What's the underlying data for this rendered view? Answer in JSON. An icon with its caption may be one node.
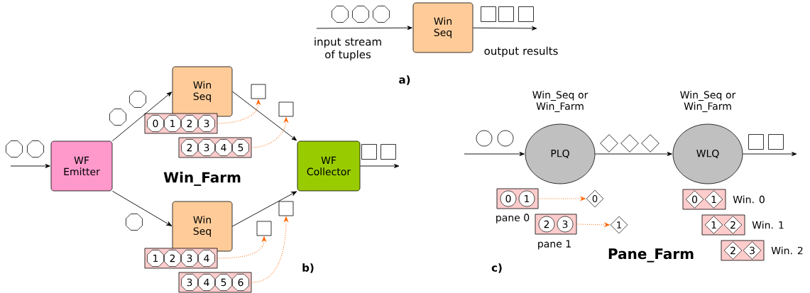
{
  "diagram": {
    "nodes": [
      {
        "text": [
          "Win Seq"
        ]
      },
      {
        "text": [
          "WF Emitter"
        ]
      },
      {
        "text": [
          "Win Seq"
        ]
      },
      {
        "text": [
          "Win Seq"
        ]
      },
      {
        "text": [
          "WF Collector"
        ]
      },
      {
        "text": [
          "0",
          "1",
          "2",
          "3"
        ]
      },
      {
        "text": [
          "2",
          "3",
          "4",
          "5"
        ]
      },
      {
        "text": [
          "1",
          "2",
          "3",
          "4"
        ]
      },
      {
        "text": [
          "3",
          "4",
          "5",
          "6"
        ]
      },
      {
        "text": [],
        "shape": "box"
      },
      {
        "text": [],
        "shape": "box"
      },
      {
        "text": [],
        "shape": "box"
      },
      {
        "text": [],
        "shape": "box"
      },
      {
        "text": [
          "Win_Seq or Win_Farm",
          "PLQ"
        ]
      },
      {
        "text": [
          "Win_Seq or Win_Farm",
          "WLQ"
        ]
      },
      {
        "text": [
          "0",
          "1"
        ],
        "beside": [
          "pane 0"
        ]
      },
      {
        "text": [
          "2",
          "3"
        ],
        "beside": [
          "pane 1"
        ]
      },
      {
        "text": [
          "0"
        ]
      },
      {
        "text": [
          "1"
        ]
      },
      {
        "text": [
          "0",
          "1"
        ],
        "beside": [
          "Win. 0"
        ]
      },
      {
        "text": [
          "1",
          "2"
        ],
        "beside": [
          "Win. 1"
        ]
      },
      {
        "text": [
          "2",
          "3"
        ],
        "beside": [
          "Win. 2"
        ]
      }
    ],
    "edges": [
      {
        "from": null,
        "to": 0,
        "arrow": "to"
      },
      {
        "from": 0,
        "to": null,
        "arrow": "to"
      },
      {
        "from": null,
        "to": 1,
        "arrow": "to"
      },
      {
        "from": 1,
        "to": 2,
        "arrow": "to"
      },
      {
        "from": 1,
        "to": 3,
        "arrow": "to"
      },
      {
        "from": 2,
        "to": 4,
        "arrow": "to"
      },
      {
        "from": 3,
        "to": 4,
        "arrow": "to"
      },
      {
        "from": 4,
        "to": null,
        "arrow": "to"
      },
      {
        "from": 5,
        "to": 9,
        "arrow": "to",
        "style": "dashed",
        "color": "#ff6600"
      },
      {
        "from": 6,
        "to": 10,
        "arrow": "to",
        "style": "dashed",
        "color": "#ff6600"
      },
      {
        "from": 7,
        "to": 11,
        "arrow": "to",
        "style": "dashed",
        "color": "#ff6600"
      },
      {
        "from": 8,
        "to": 12,
        "arrow": "to",
        "style": "dashed",
        "color": "#ff6600"
      },
      {
        "from": null,
        "to": 13,
        "arrow": "to"
      },
      {
        "from": 13,
        "to": 14,
        "arrow": "to"
      },
      {
        "from": 14,
        "to": null,
        "arrow": "to"
      },
      {
        "from": 15,
        "to": 17,
        "arrow": "to",
        "style": "dashed",
        "color": "#ff6600"
      },
      {
        "from": 16,
        "to": 18,
        "arrow": "to",
        "style": "dashed",
        "color": "#ff6600"
      }
    ],
    "labels": [
      "input stream of tuples",
      "output results",
      "a)",
      "Win_Farm",
      "Pane_Farm",
      "b)",
      "c)"
    ]
  }
}
